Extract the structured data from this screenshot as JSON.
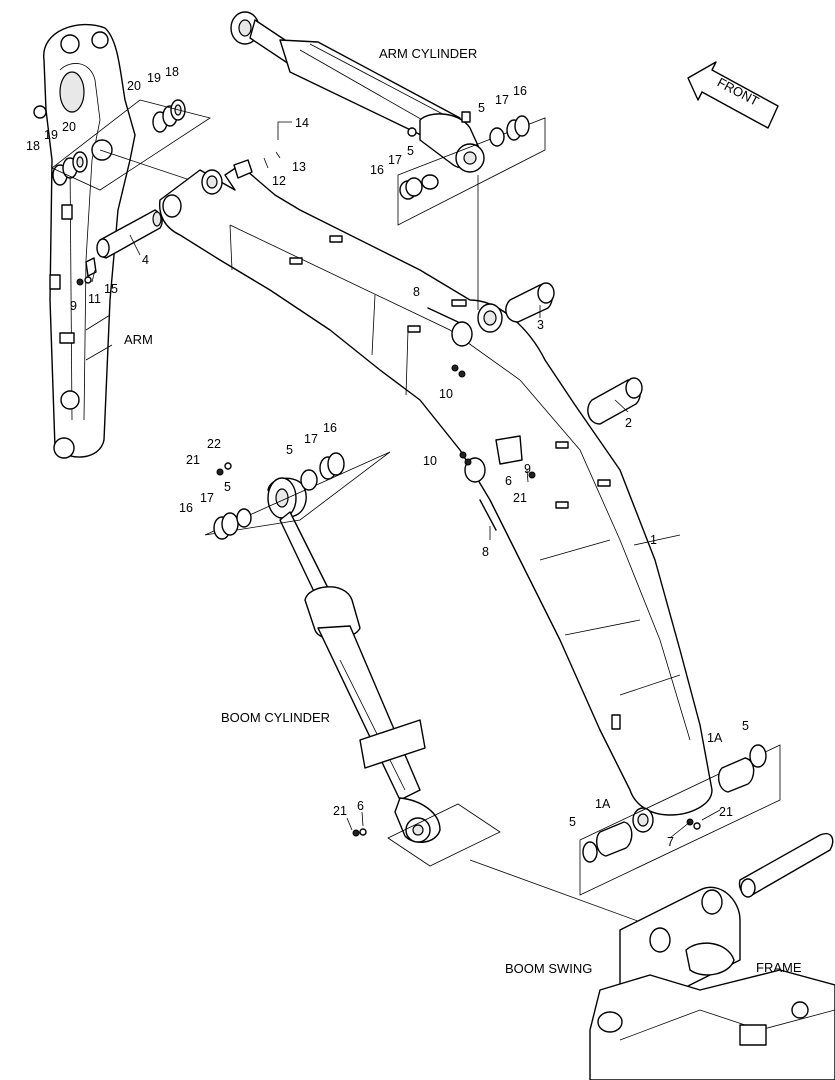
{
  "captions": {
    "arm_cylinder": "ARM CYLINDER",
    "arm": "ARM",
    "boom_cylinder": "BOOM CYLINDER",
    "boom_swing": "BOOM SWING",
    "frame": "FRAME",
    "front": "FRONT"
  },
  "callouts": {
    "c18a": "18",
    "c19a": "19",
    "c20a": "20",
    "c18b": "18",
    "c19b": "19",
    "c20b": "20",
    "c14": "14",
    "c13": "13",
    "c12": "12",
    "c4": "4",
    "c9": "9",
    "c11": "11",
    "c15": "15",
    "c5a": "5",
    "c17a": "17",
    "c16a": "16",
    "c16b": "16",
    "c17b": "17",
    "c5b": "5",
    "c8a": "8",
    "c3": "3",
    "c10a": "10",
    "c2": "2",
    "c10b": "10",
    "c6a": "6",
    "c9b": "9",
    "c21a": "21",
    "c8b": "8",
    "c1": "1",
    "c22": "22",
    "c21b": "21",
    "c5c": "5",
    "c17c": "17",
    "c16c": "16",
    "c16d": "16",
    "c17d": "17",
    "c5d": "5",
    "c1a_a": "1A",
    "c5e": "5",
    "c5f": "5",
    "c1a_b": "1A",
    "c21c": "21",
    "c7": "7",
    "c21d": "21",
    "c6b": "6"
  }
}
